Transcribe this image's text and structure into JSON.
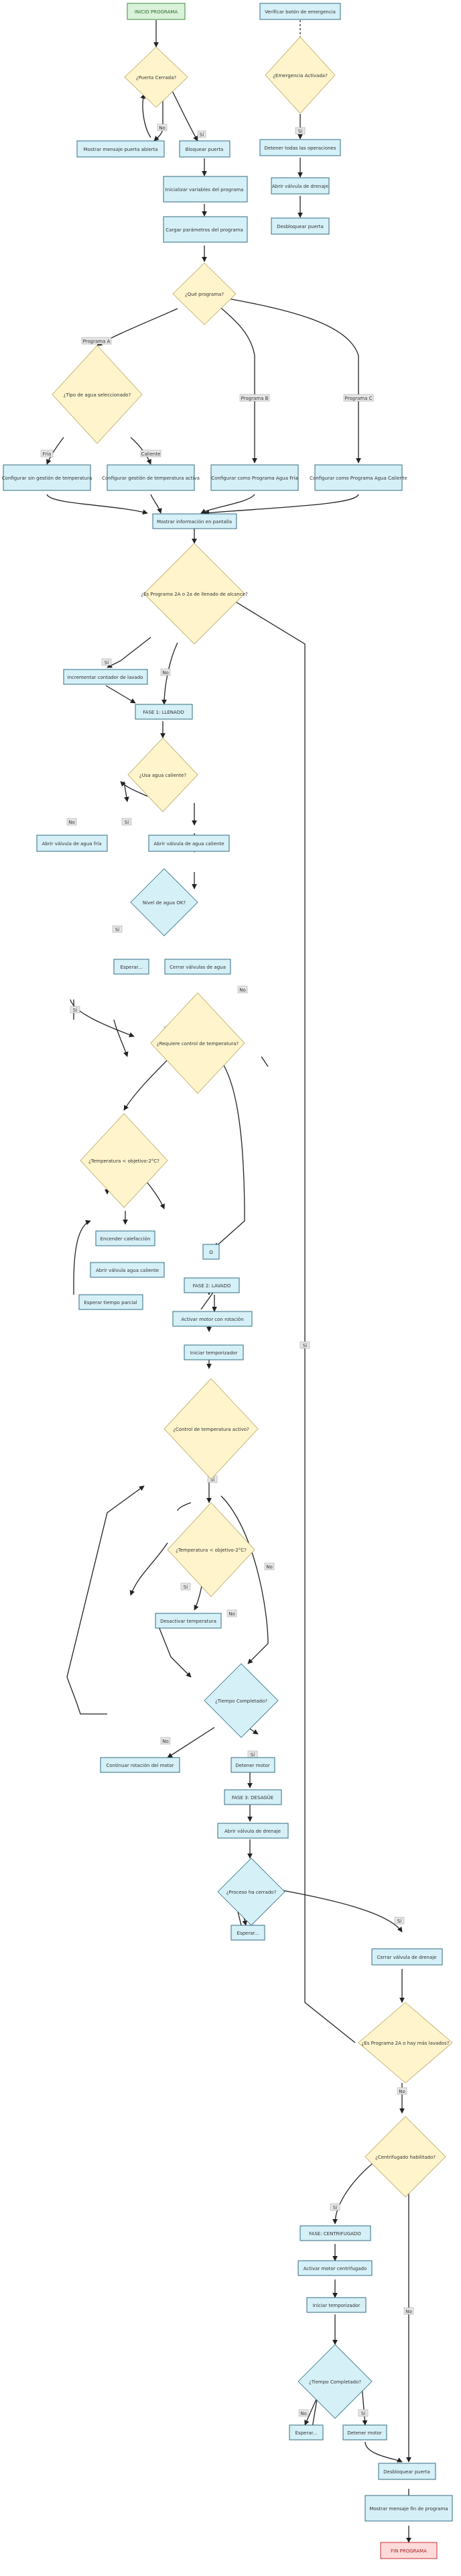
{
  "nodes": {
    "inicio": "INICIO PROGRAMA",
    "verificar_botones": "Verificar botón de emergencia",
    "puerta_cerrada": "¿Puerta Cerrada?",
    "mostrar_puerta_abierta": "Mostrar mensaje puerta abierta",
    "bloquear_puerta": "Bloquear puerta",
    "inicializar_variables": "Inicializar variables del programa",
    "cargar_parametros": "Cargar parámetros del programa",
    "emergencia_activada": "¿Emergencia Activada?",
    "detener_todas": "Detener todas las operaciones",
    "abrir_desague_emergencia": "Abrir válvula de drenaje",
    "desbloquear_puerta_emergencia": "Desbloquear puerta",
    "que_programa": "¿Qué programa?",
    "tipo_agua": "¿Tipo de agua seleccionado?",
    "config_gestion_fria": "Configurar sin gestión de temperatura",
    "config_gestion_caliente": "Configurar gestión de temperatura activa",
    "config_prog_a": "Configurar como Programa Agua Fría",
    "config_prog_b": "Configurar como Programa Agua Caliente",
    "mostrar_info": "Mostrar información en pantalla",
    "es_prog_c": "¿Es Programa 2A o 2a de llenado de alcance?",
    "incrementar_contador": "Incrementar contador de lavado",
    "fase_llenado": "FASE 1: LLENADO",
    "usa_agua_caliente": "¿Usa agua caliente?",
    "abrir_valvula_fria": "Abrir válvula de agua fría",
    "abrir_valvula_caliente": "Abrir válvula de agua caliente",
    "nivel_agua": "Nivel de agua OK?",
    "esperar_llenado": "Esperar...",
    "cerrar_valvulas": "Cerrar válvulas de agua",
    "requiere_control_temp": "¿Requiere control de temperatura?",
    "temperatura_objetivo": "¿Temperatura < objetivo-2°C?",
    "encender_resistencia": "Encender calefacción",
    "abrir_valvula_agua_caliente_temp": "Abrir válvula agua caliente",
    "esperar_tiempo_parcial": "Esperar tiempo parcial",
    "punto_fase_lavado": "Ω",
    "fase_lavado": "FASE 2: LAVADO",
    "activar_motor": "Activar motor con rotación",
    "iniciar_temporizador": "Iniciar temporizador",
    "control_temperatura_activo": "¿Control de temperatura activo?",
    "temperatura_objetivo_2": "¿Temperatura < objetivo-2°C?",
    "desactivar_temperatura": "Desactivar temperatura",
    "tiempo_completado": "¿Tiempo Completado?",
    "continuar_rotacion": "Continuar rotación del motor",
    "detener_motor": "Detener motor",
    "fase_desague": "FASE 3: DESAGÜE",
    "abrir_valvula_desague": "Abrir válvula de drenaje",
    "proceso_terminado": "¿Proceso ha cerrado?",
    "esperar_desague": "Esperar...",
    "cerrar_valvula_desague": "Cerrar válvula de drenaje",
    "es_prog_a_b": "¿Es Programa 2A o hay más lavados?",
    "centrifugado_habilitado": "¿Centrifugado habilitado?",
    "fase_centrifugado": "FASE: CENTRIFUGADO",
    "activar_motor_centrifugado": "Activar motor centrifugado",
    "iniciar_temporizador_2": "Iniciar temporizador",
    "tiempo_completado_2": "¿Tiempo Completado?",
    "esperar_centrifugado": "Esperar...",
    "detener_motor_2": "Detener motor",
    "desbloquear_puerta": "Desbloquear puerta",
    "mostrar_fin": "Mostrar mensaje fin de programa",
    "fin": "FIN PROGRAMA"
  },
  "edge_labels": {
    "no": "No",
    "si": "Sí",
    "programa_a": "Programa A",
    "programa_b": "Programa B",
    "programa_c": "Programa C",
    "fria": "Fría",
    "caliente": "Caliente"
  },
  "colors": {
    "process_fill": "#d6f0f7",
    "process_stroke": "#2f6d80",
    "decision_fill": "#fff4cc",
    "decision_stroke": "#b8a660",
    "start_fill": "#d9f2d9",
    "end_fill": "#ffdada",
    "edge": "#222222"
  }
}
